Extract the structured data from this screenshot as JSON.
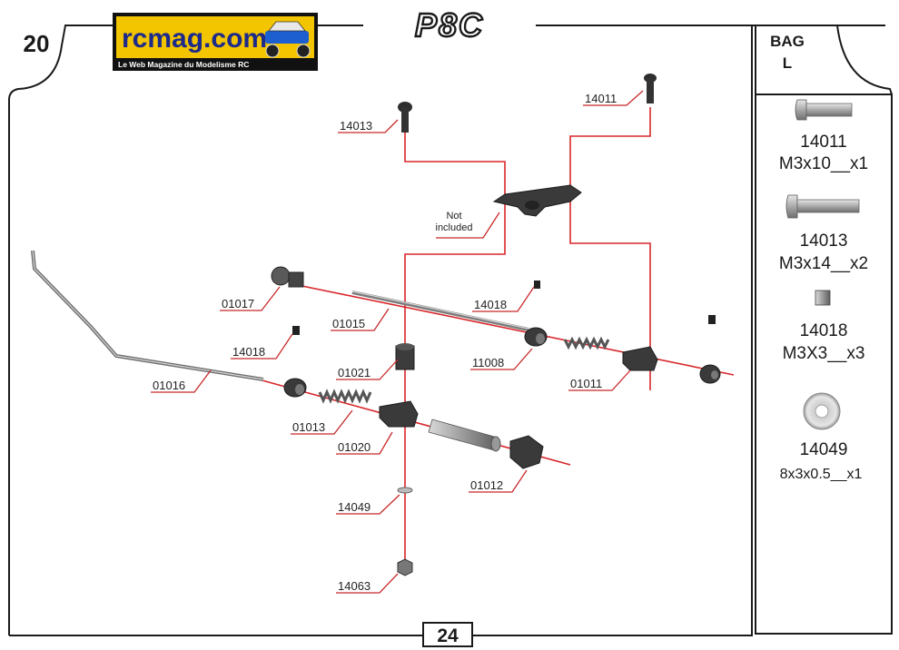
{
  "header": {
    "step_number": "20",
    "model_logo": "P8C",
    "site_logo": "rcmag.com",
    "site_tagline": "Le Web Magazine du Modelisme RC",
    "page_number": "24"
  },
  "bag": {
    "title_line1": "BAG",
    "title_line2": "L",
    "items": [
      {
        "part": "14011",
        "desc": "M3x10__x1",
        "icon": "screw-short-icon"
      },
      {
        "part": "14013",
        "desc": "M3x14__x2",
        "icon": "screw-long-icon"
      },
      {
        "part": "14018",
        "desc": "M3X3__x3",
        "icon": "set-screw-icon"
      },
      {
        "part": "14049",
        "desc": "8x3x0.5__x1",
        "icon": "washer-icon"
      }
    ]
  },
  "diagram": {
    "labels": {
      "l14013": "14013",
      "l14011": "14011",
      "not_included_1": "Not",
      "not_included_2": "included",
      "l01017": "01017",
      "l01015": "01015",
      "l14018a": "14018",
      "l14018b": "14018",
      "l01021": "01021",
      "l11008": "11008",
      "l01016": "01016",
      "l01011": "01011",
      "l01013": "01013",
      "l01020": "01020",
      "l01012": "01012",
      "l14049": "14049",
      "l14063": "14063"
    }
  },
  "colors": {
    "leader": "#c8282a",
    "frame": "#1a1a1a",
    "part": "#3a3a3a",
    "logo_bg": "#f3c400",
    "logo_text": "#1d2a8a"
  }
}
